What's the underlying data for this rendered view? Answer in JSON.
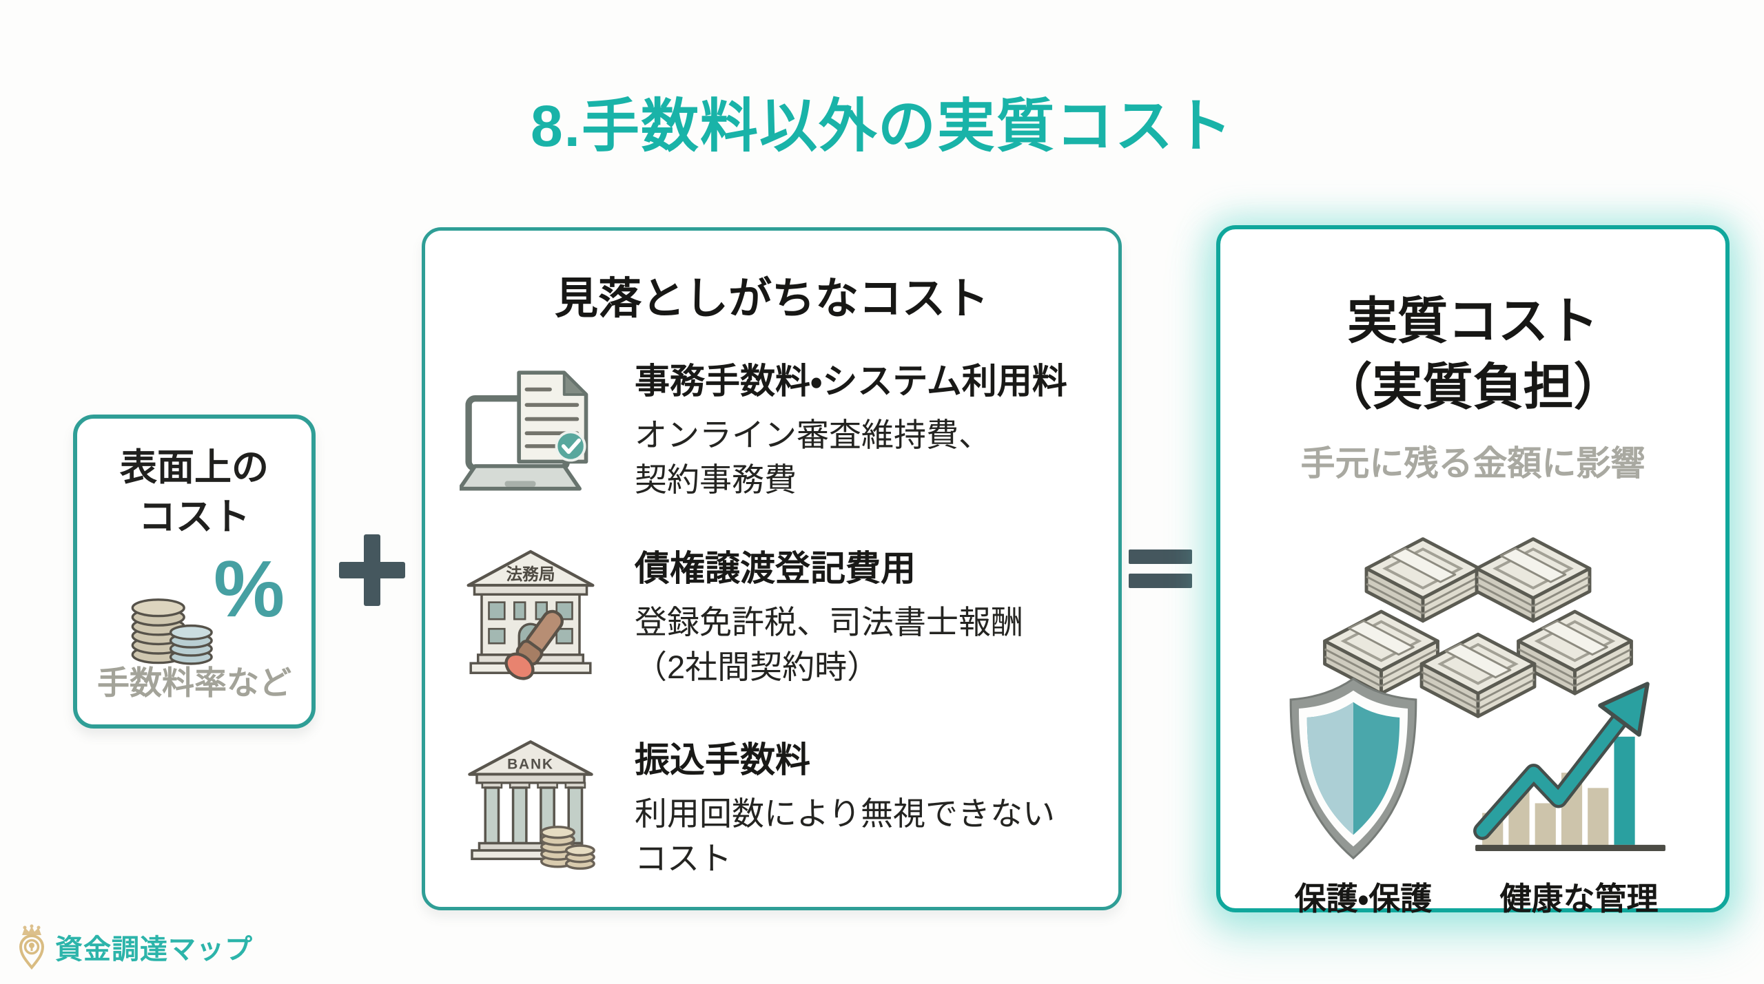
{
  "title": "8.手数料以外の実質コスト",
  "operators": {
    "plus": "+",
    "equals": "="
  },
  "surface_box": {
    "title": "表面上の\nコスト",
    "percent_symbol": "%",
    "caption": "手数料率など"
  },
  "hidden_box": {
    "title": "見落としがちなコスト",
    "items": [
      {
        "icon": "laptop-document-icon",
        "heading": "事務手数料・システム利用料",
        "description": "オンライン審査維持費、\n契約事務費"
      },
      {
        "icon": "legal-affairs-bureau-stamp-icon",
        "icon_label": "法務局",
        "heading": "債権譲渡登記費用",
        "description": "登録免許税、司法書士報酬\n（2社間契約時）"
      },
      {
        "icon": "bank-building-coins-icon",
        "icon_label": "BANK",
        "heading": "振込手数料",
        "description": "利用回数により無視できない\nコスト"
      }
    ]
  },
  "result_box": {
    "title": "実質コスト\n（実質負担）",
    "subtitle": "手元に残る金額に影響",
    "icon_labels": [
      {
        "icon": "shield-icon",
        "label": "保護・保護"
      },
      {
        "icon": "growth-chart-icon",
        "label": "健康な管理"
      }
    ]
  },
  "logo": {
    "text": "資金調達マップ"
  },
  "colors": {
    "accent_teal": "#19b3a8",
    "box_border": "#2f9e96",
    "result_border": "#10a79c",
    "operator": "#45575e",
    "heading_text": "#171715",
    "muted_text": "#a3a399",
    "gold": "#d9bc82",
    "coin_tan": "#cfc7b0",
    "coin_blue": "#b9ced2",
    "stamp_red": "#e8836f"
  }
}
